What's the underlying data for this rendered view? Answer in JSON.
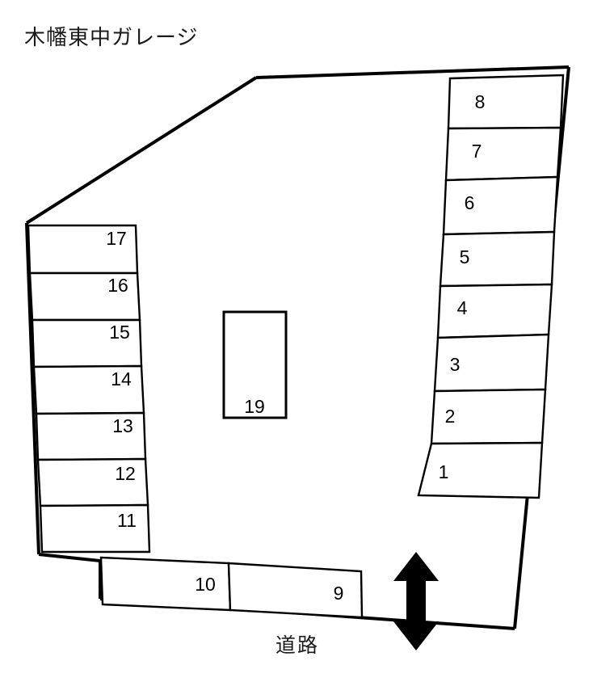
{
  "title": "木幡東中ガレージ",
  "labels": {
    "road": "道路"
  },
  "icons": {
    "entrance_arrow": "double-arrow-vertical-icon"
  },
  "colors": {
    "background": "#ffffff",
    "line": "#000000",
    "text": "#1a1a1a"
  },
  "stalls": {
    "right_column": [
      {
        "number": "8"
      },
      {
        "number": "7"
      },
      {
        "number": "6"
      },
      {
        "number": "5"
      },
      {
        "number": "4"
      },
      {
        "number": "3"
      },
      {
        "number": "2"
      },
      {
        "number": "1"
      }
    ],
    "left_column": [
      {
        "number": "17"
      },
      {
        "number": "16"
      },
      {
        "number": "15"
      },
      {
        "number": "14"
      },
      {
        "number": "13"
      },
      {
        "number": "12"
      },
      {
        "number": "11"
      }
    ],
    "bottom_row": [
      {
        "number": "10"
      },
      {
        "number": "9"
      }
    ],
    "center": [
      {
        "number": "19"
      }
    ]
  }
}
